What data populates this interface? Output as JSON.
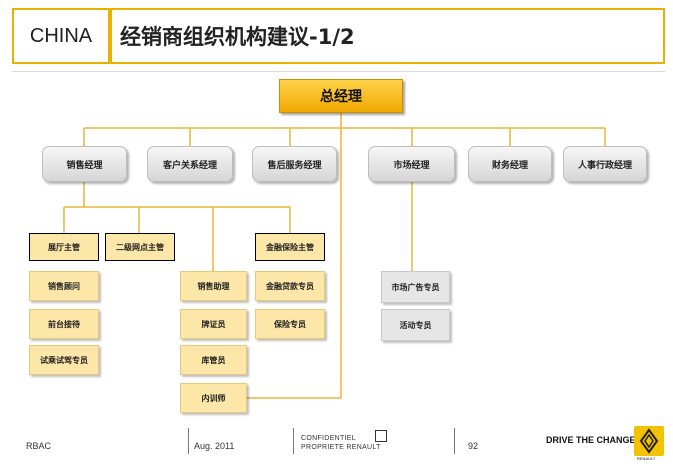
{
  "header": {
    "country": "CHINA",
    "title": "经销商组织机构建议-1/2"
  },
  "org": {
    "ceo": "总经理",
    "managers": [
      "销售经理",
      "客户关系经理",
      "售后服务经理",
      "市场经理",
      "财务经理",
      "人事行政经理"
    ],
    "sales_units": {
      "showroom_supervisor": "展厅主管",
      "secondary_outlet_supervisor": "二级网点主管",
      "finance_insurance_supervisor": "金融保险主管"
    },
    "showroom_staff": [
      "销售顾问",
      "前台接待",
      "试乘试驾专员"
    ],
    "admin_staff": [
      "销售助理",
      "牌证员",
      "库管员",
      "内训师"
    ],
    "finance_staff": [
      "金融贷款专员",
      "保险专员"
    ],
    "marketing_staff": [
      "市场广告专员",
      "活动专员"
    ]
  },
  "footer": {
    "org_code": "RBAC",
    "date": "Aug. 2011",
    "confidential_1": "CONFIDENTIEL",
    "confidential_2": "PROPRIETE RENAULT",
    "page": "92",
    "slogan": "DRIVE THE CHANGE",
    "brand": "RENAULT"
  },
  "colors": {
    "accent": "#e8b200",
    "connector": "#e7b73c",
    "ceo_fill": "#f5b400",
    "manager_fill": "#dcdcdc",
    "staff_fill": "#fde7a8",
    "marketing_fill": "#e6e6e6"
  }
}
